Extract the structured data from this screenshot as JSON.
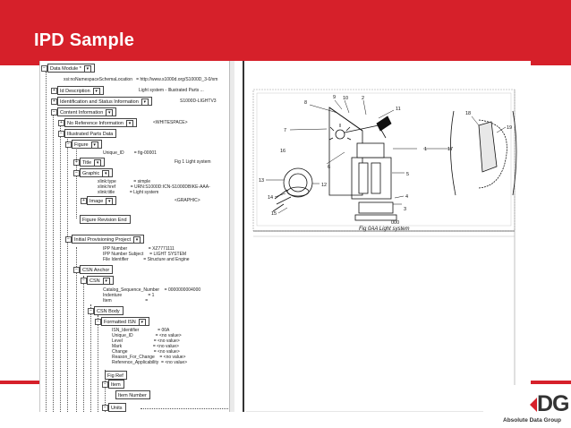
{
  "slide": {
    "title": "IPD Sample"
  },
  "logo": {
    "mark": "DG",
    "company": "Absolute Data Group"
  },
  "tree": {
    "data_module": "Data Module *",
    "schema_attr": {
      "name": "xsi:noNamespaceSchemaLocation",
      "value": "http://www.s1000d.org/S1000D_3-0/xm"
    },
    "id_description": {
      "label": "Id Description",
      "value": "Light system - Illustrated Parts ..."
    },
    "ident_status": {
      "label": "Identification and Status Information",
      "value": "S1000D-LIGHTV3"
    },
    "content_info": "Content Information",
    "no_reference": {
      "label": "No Reference Information",
      "value": "<WHITESPACE>"
    },
    "illustrated_parts": "Illustrated Parts Data",
    "figure": "Figure",
    "unique_id": {
      "name": "Unique_ID",
      "value": "= fig-00001"
    },
    "title": {
      "label": "Title",
      "value": "Fig 1 Light system"
    },
    "graphic": "Graphic",
    "graphic_attrs": [
      {
        "name": "xlink:type",
        "value": "= simple"
      },
      {
        "name": "xlink:href",
        "value": "= URN:S1000D:ICN-S1000DBIKE-AAA-"
      },
      {
        "name": "xlink:title",
        "value": "= Light system"
      }
    ],
    "image": {
      "label": "Image",
      "value": "<GRAPHIC>"
    },
    "figure_revision_end": "Figure Revision End",
    "initial_provisioning": "Initial Provisioning Project",
    "ipp_attrs": [
      {
        "name": "IPP Number",
        "value": "= XZ7771111"
      },
      {
        "name": "IPP Number Subject",
        "value": "= LIGHT SYSTEM"
      },
      {
        "name": "File Identifier",
        "value": "= Structure and Engine"
      }
    ],
    "csn_anchor": "CSN Anchor",
    "csn": "CSN",
    "csn_attrs": [
      {
        "name": "Catalog_Sequence_Number",
        "value": "= 0000000004000"
      },
      {
        "name": "Indenture",
        "value": "= 1"
      },
      {
        "name": "Item",
        "value": "="
      }
    ],
    "csn_body": "CSN Body",
    "formatted_isn": "Formatted ISN",
    "isn_attrs": [
      {
        "name": "ISN_Identifier",
        "value": "= 00A"
      },
      {
        "name": "Unique_ID",
        "value": "= <no value>"
      },
      {
        "name": "Level",
        "value": "= <no value>"
      },
      {
        "name": "Mark",
        "value": "= <no value>"
      },
      {
        "name": "Change",
        "value": "= <no value>"
      },
      {
        "name": "Reason_For_Change",
        "value": "= <no value>"
      },
      {
        "name": "Reference_Applicability",
        "value": "= <no value>"
      }
    ],
    "fig_ref": "Fig Ref",
    "item": "Item",
    "item_number": "Item Number",
    "units": "Units"
  },
  "figure": {
    "caption": "Fig 0AA Light system",
    "code": "000",
    "callouts": [
      "1",
      "2",
      "3",
      "4",
      "5",
      "6",
      "7",
      "8",
      "9",
      "10",
      "11",
      "12",
      "13",
      "14",
      "15",
      "16",
      "17",
      "18",
      "19"
    ]
  }
}
